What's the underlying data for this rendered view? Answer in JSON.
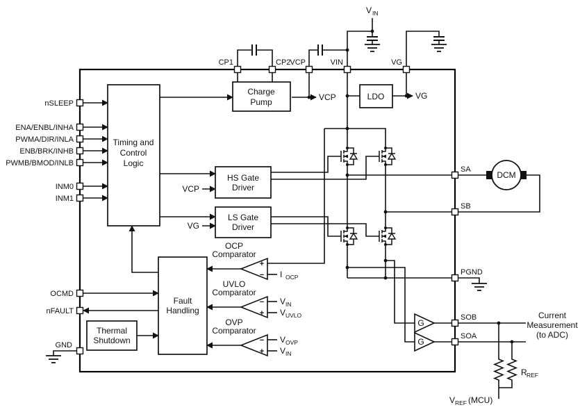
{
  "colors": {
    "line": "#111111",
    "background": "#ffffff"
  },
  "pins": {
    "left": [
      "nSLEEP",
      "ENA/ENBL/INHA",
      "PWMA/DIR/INLA",
      "ENB/BRK/INHB",
      "PWMB/BMOD/INLB",
      "INM0",
      "INM1",
      "OCMD",
      "nFAULT",
      "GND"
    ],
    "top": [
      "CP1",
      "CP2",
      "VCP",
      "VIN",
      "VG"
    ],
    "right": [
      "SA",
      "SB",
      "PGND",
      "SOB",
      "SOA"
    ]
  },
  "blocks": {
    "timing": [
      "Timing and",
      "Control",
      "Logic"
    ],
    "charge_pump": [
      "Charge",
      "Pump"
    ],
    "ldo": "LDO",
    "hs_gate_driver": [
      "HS Gate",
      "Driver"
    ],
    "ls_gate_driver": [
      "LS Gate",
      "Driver"
    ],
    "fault_handling": [
      "Fault",
      "Handling"
    ],
    "thermal_shutdown": [
      "Thermal",
      "Shutdown"
    ]
  },
  "comparators": {
    "ocp": [
      "OCP",
      "Comparator"
    ],
    "uvlo": [
      "UVLO",
      "Comparator"
    ],
    "ovp": [
      "OVP",
      "Comparator"
    ],
    "plus": "+",
    "minus": "−"
  },
  "nets": {
    "vcp_out": "VCP",
    "vg_out": "VG",
    "vcp_drv": "VCP",
    "vg_drv": "VG"
  },
  "amps": {
    "sob": "G",
    "soa": "G"
  },
  "motor": {
    "label": "DCM"
  },
  "subs": {
    "vin_supply": {
      "main": "V",
      "sub": "IN"
    },
    "iocp": {
      "main": "I",
      "sub": "OCP"
    },
    "uvlo_vin": {
      "main": "V",
      "sub": "IN"
    },
    "vuvlo": {
      "main": "V",
      "sub": "UVLO"
    },
    "vovp": {
      "main": "V",
      "sub": "OVP"
    },
    "ovp_vin": {
      "main": "V",
      "sub": "IN"
    },
    "rref": {
      "main": "R",
      "sub": "REF"
    },
    "vref": {
      "main": "V",
      "sub": "REF",
      "suffix": "(MCU)"
    }
  },
  "external": {
    "current_measurement": [
      "Current",
      "Measurement",
      "(to ADC)"
    ]
  }
}
